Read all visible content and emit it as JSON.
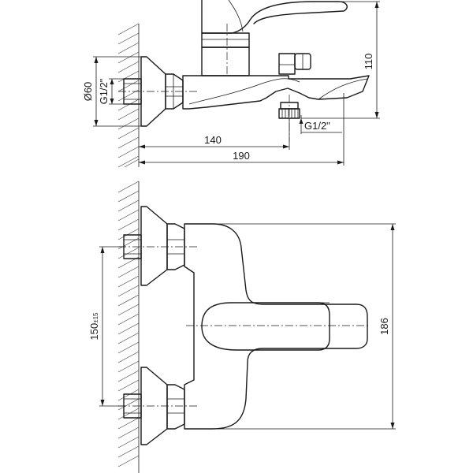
{
  "dimensions": {
    "top_diameter": "Ø60",
    "top_thread_left": "G1/2\"",
    "top_height": "110",
    "top_depth_short": "140",
    "top_depth_long": "190",
    "top_outlet_thread": "G1/2\"",
    "front_spacing": "150",
    "front_spacing_tolerance": "±15",
    "front_height": "186"
  }
}
